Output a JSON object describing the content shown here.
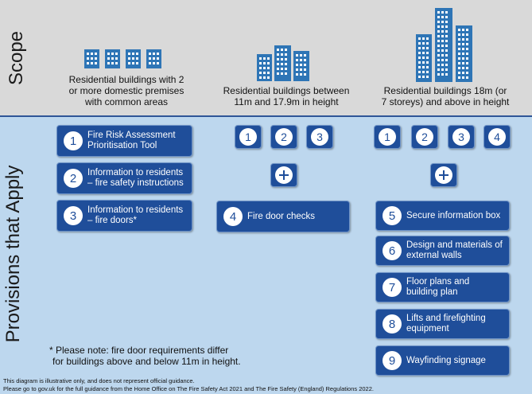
{
  "labels": {
    "scope": "Scope",
    "provisions": "Provisions that Apply"
  },
  "scope": {
    "col1": [
      "Residential buildings with 2",
      "or more domestic premises",
      "with common areas"
    ],
    "col2": [
      "Residential buildings  between",
      "11m and 17.9m in height"
    ],
    "col3": [
      "Residential buildings  18m (or",
      "7 storeys) and above in height"
    ]
  },
  "provisions": {
    "p1": {
      "num": "1",
      "text": [
        "Fire Risk Assessment",
        "Prioritisation Tool"
      ]
    },
    "p2": {
      "num": "2",
      "text": [
        "Information to residents",
        "– fire safety instructions"
      ]
    },
    "p3": {
      "num": "3",
      "text": [
        "Information to residents",
        "– fire doors*"
      ]
    },
    "p4": {
      "num": "4",
      "text": [
        "Fire door checks"
      ]
    },
    "p5": {
      "num": "5",
      "text": [
        "Secure information box"
      ]
    },
    "p6": {
      "num": "6",
      "text": [
        "Design and materials of",
        "external walls"
      ]
    },
    "p7": {
      "num": "7",
      "text": [
        "Floor plans and",
        "building  plan"
      ]
    },
    "p8": {
      "num": "8",
      "text": [
        "Lifts and firefighting",
        "equipment"
      ]
    },
    "p9": {
      "num": "9",
      "text": [
        "Wayfinding signage"
      ]
    }
  },
  "col2_numbers": [
    "1",
    "2",
    "3"
  ],
  "col3_numbers": [
    "1",
    "2",
    "3",
    "4"
  ],
  "note": [
    "* Please note: fire door requirements differ",
    "for buildings  above and below  11m in height."
  ],
  "footer": [
    "This diagram is illustrative only, and does not represent official guidance.",
    "Please go to gov.uk for the full guidance from the Home Office on The Fire Safety Act 2021 and The Fire Safety (England) Regulations 2022."
  ],
  "colors": {
    "box": "#1f4e9a",
    "building": "#2e75b6",
    "scope_bg": "#d9d9d9",
    "prov_bg": "#bdd7ee"
  },
  "icons": {
    "buildings_col1": "office-building-icon",
    "buildings_col2": "office-building-icon",
    "buildings_col3": "skyscraper-icon"
  }
}
